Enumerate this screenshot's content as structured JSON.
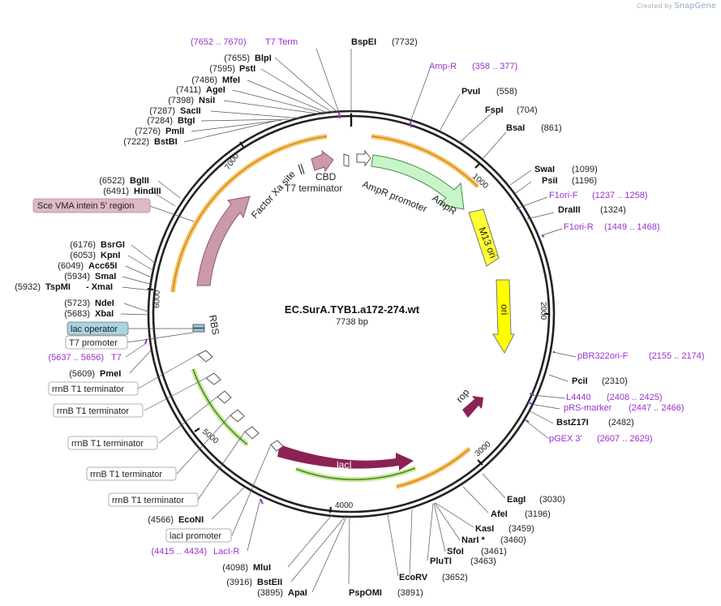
{
  "brand": {
    "prefix": "Created by",
    "name": "SnapGene"
  },
  "plasmid": {
    "name": "EC.SurA.TYB1.a172-274.wt",
    "length_label": "7738 bp",
    "length": 7738
  },
  "ticks": [
    "1000",
    "2000",
    "3000",
    "4000",
    "5000",
    "6000",
    "7000"
  ],
  "enzymes_right": [
    {
      "name": "BspEI",
      "pos": "(7732)"
    },
    {
      "name": "PvuI",
      "pos": "(558)"
    },
    {
      "name": "FspI",
      "pos": "(704)"
    },
    {
      "name": "BsaI",
      "pos": "(861)"
    },
    {
      "name": "SwaI",
      "pos": "(1099)"
    },
    {
      "name": "PsiI",
      "pos": "(1196)"
    },
    {
      "name": "DraIII",
      "pos": "(1324)"
    },
    {
      "name": "PciI",
      "pos": "(2310)"
    },
    {
      "name": "BstZ17I",
      "pos": "(2482)"
    },
    {
      "name": "EagI",
      "pos": "(3030)"
    },
    {
      "name": "AfeI",
      "pos": "(3196)"
    },
    {
      "name": "KasI",
      "pos": "(3459)"
    },
    {
      "name": "NarI *",
      "pos": "(3460)"
    },
    {
      "name": "SfoI",
      "pos": "(3461)"
    },
    {
      "name": "PluTI",
      "pos": "(3463)"
    },
    {
      "name": "EcoRV",
      "pos": "(3652)"
    },
    {
      "name": "PspOMI",
      "pos": "(3891)"
    }
  ],
  "enzymes_left": [
    {
      "name": "BlpI",
      "pos": "(7655)"
    },
    {
      "name": "PstI",
      "pos": "(7595)"
    },
    {
      "name": "MfeI",
      "pos": "(7486)"
    },
    {
      "name": "AgeI",
      "pos": "(7411)"
    },
    {
      "name": "NsiI",
      "pos": "(7398)"
    },
    {
      "name": "SacII",
      "pos": "(7287)"
    },
    {
      "name": "BtgI",
      "pos": "(7284)"
    },
    {
      "name": "PmlI",
      "pos": "(7276)"
    },
    {
      "name": "BstBI",
      "pos": "(7222)"
    },
    {
      "name": "BglII",
      "pos": "(6522)"
    },
    {
      "name": "HindIII",
      "pos": "(6491)"
    },
    {
      "name": "BsrGI",
      "pos": "(6176)"
    },
    {
      "name": "KpnI",
      "pos": "(6053)"
    },
    {
      "name": "Acc65I",
      "pos": "(6049)"
    },
    {
      "name": "SmaI",
      "pos": "(5934)"
    },
    {
      "name": "TspMI",
      "pos": "(5932)",
      "extra": "- XmaI"
    },
    {
      "name": "NdeI",
      "pos": "(5723)"
    },
    {
      "name": "XbaI",
      "pos": "(5683)"
    },
    {
      "name": "PmeI",
      "pos": "(5609)"
    },
    {
      "name": "EcoNI",
      "pos": "(4566)"
    },
    {
      "name": "MluI",
      "pos": "(4098)"
    },
    {
      "name": "BstEII",
      "pos": "(3916)"
    },
    {
      "name": "ApaI",
      "pos": "(3895)"
    }
  ],
  "primers": [
    {
      "name": "T7 Term",
      "range": "(7652 .. 7670)"
    },
    {
      "name": "Amp-R",
      "range": "(358 .. 377)"
    },
    {
      "name": "F1ori-F",
      "range": "(1237 .. 1258)"
    },
    {
      "name": "F1ori-R",
      "range": "(1449 .. 1468)"
    },
    {
      "name": "pBR322ori-F",
      "range": "(2155 .. 2174)"
    },
    {
      "name": "L4440",
      "range": "(2408 .. 2425)"
    },
    {
      "name": "pRS-marker",
      "range": "(2447 .. 2466)"
    },
    {
      "name": "pGEX 3'",
      "range": "(2607 .. 2629)"
    },
    {
      "name": "T7",
      "range": "(5637 .. 5656)"
    },
    {
      "name": "LacI-R",
      "range": "(4415 .. 4434)"
    }
  ],
  "boxed_features": [
    {
      "name": "Sce VMA intein 5' region",
      "color": "#e0b8c8"
    },
    {
      "name": "lac operator",
      "color": "#a9d3e0"
    },
    {
      "name": "T7 promoter",
      "color": "#ffffff"
    },
    {
      "name": "rrnB T1 terminator",
      "color": "#ffffff"
    },
    {
      "name": "rrnB T1 terminator",
      "color": "#ffffff"
    },
    {
      "name": "rrnB T1 terminator",
      "color": "#ffffff"
    },
    {
      "name": "rrnB T1 terminator",
      "color": "#ffffff"
    },
    {
      "name": "rrnB T1 terminator",
      "color": "#ffffff"
    },
    {
      "name": "lacI promoter",
      "color": "#ffffff"
    }
  ],
  "inner_features": [
    {
      "name": "AmpR",
      "color": "#c8f5c8"
    },
    {
      "name": "AmpR promoter",
      "color": "#ffffff"
    },
    {
      "name": "M13 ori",
      "color": "#ffff33"
    },
    {
      "name": "ori",
      "color": "#ffff00"
    },
    {
      "name": "rop",
      "color": "#8b2252"
    },
    {
      "name": "lacI",
      "color": "#8b2252"
    },
    {
      "name": "Factor Xa site",
      "color": "#ffffff"
    },
    {
      "name": "CBD",
      "color": "#cc99aa"
    },
    {
      "name": "T7 terminator",
      "color": "#ffffff"
    },
    {
      "name": "RBS",
      "color": "#ffffff"
    }
  ],
  "colors": {
    "orf": "#f5a623",
    "green_orf": "#8bc34a",
    "primer": "#9b30d0",
    "intein": "#cc99aa"
  }
}
